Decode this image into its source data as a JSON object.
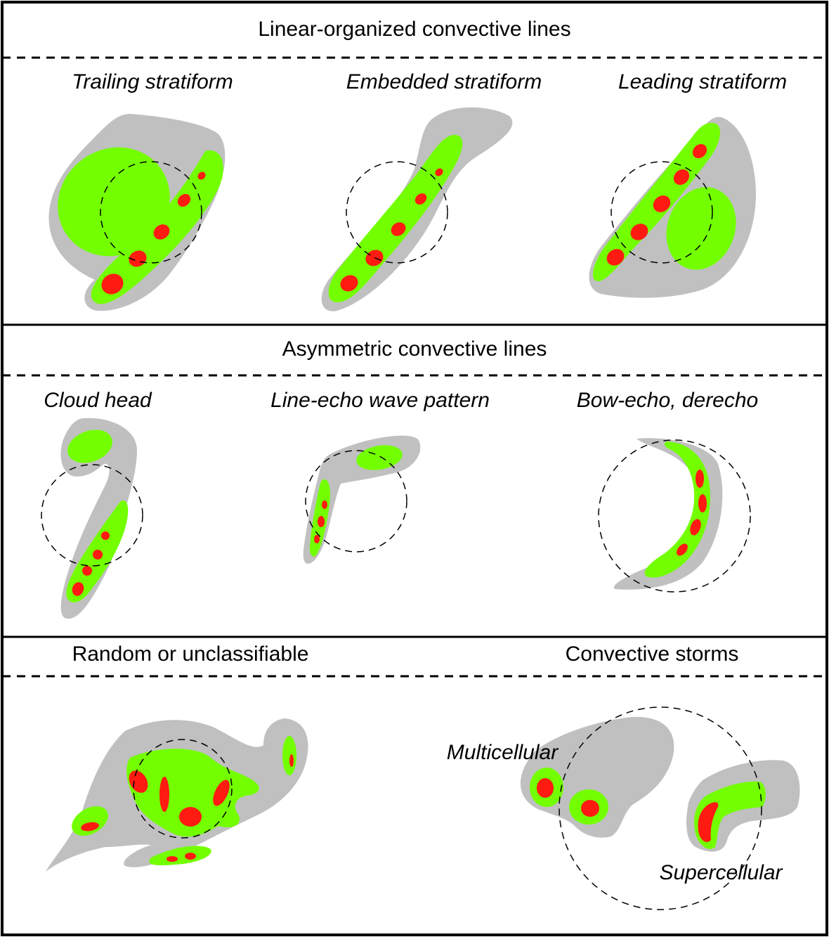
{
  "sections": [
    {
      "header": "Linear-organized convective lines",
      "panels": [
        {
          "label": "Trailing stratiform"
        },
        {
          "label": "Embedded stratiform"
        },
        {
          "label": "Leading stratiform"
        }
      ]
    },
    {
      "header": "Asymmetric convective lines",
      "panels": [
        {
          "label": "Cloud head"
        },
        {
          "label": "Line-echo wave pattern"
        },
        {
          "label": "Bow-echo, derecho"
        }
      ]
    },
    {
      "header_left": "Random or unclassifiable",
      "header_right": "Convective storms",
      "annotations": {
        "multicellular": "Multicellular",
        "supercellular": "Supercellular"
      }
    }
  ],
  "colors": {
    "stratiform": "#c0c0c0",
    "convective": "#73ff00",
    "core": "#ff1a12",
    "frame": "#000000"
  }
}
